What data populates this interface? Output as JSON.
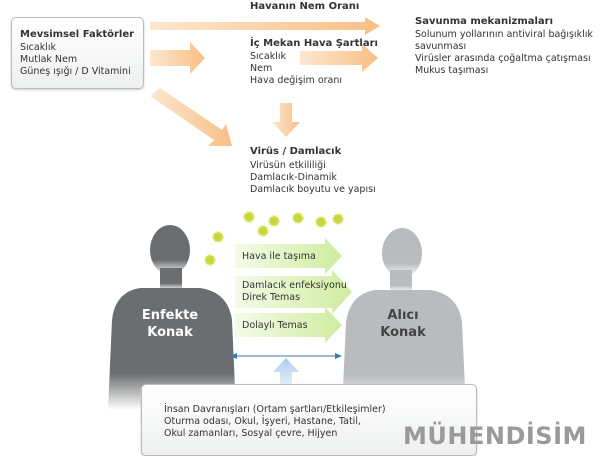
{
  "top_label": "Havanın Nem Oranı",
  "seasonal": {
    "title": "Mevsimsel Faktörler",
    "items": [
      "Sıcaklık",
      "Mutlak Nem",
      "Güneş ışığı / D Vitamini"
    ]
  },
  "indoor": {
    "title": "İç Mekan Hava Şartları",
    "items": [
      "Sıcaklık",
      "Nem",
      "Hava değişim oranı"
    ]
  },
  "defense": {
    "title": "Savunma mekanizmaları",
    "items": [
      "Solunum yollarının antiviral bağışıklık",
      "savunması",
      "Virüsler arasında çoğaltma çatışması",
      "Mukus taşıması"
    ]
  },
  "virus": {
    "title": "Virüs / Damlacık",
    "items": [
      "Virüsün etkililiği",
      "Damlacık-Dinamik",
      "Damlacık boyutu ve yapısı"
    ]
  },
  "transmission": [
    "Hava ile taşıma",
    "Damlacık enfeksiyonu",
    "Direk Temas",
    "Dolaylı Temas"
  ],
  "infected_host": [
    "Enfekte",
    "Konak"
  ],
  "recipient_host": [
    "Alıcı",
    "Konak"
  ],
  "behavior": {
    "items": [
      "İnsan Davranışları (Ortam şartları/Etkileşimler)",
      "Oturma odası, Okul, İşyeri, Hastane, Tatil,",
      "Okul zamanları, Sosyal çevre, Hijyen"
    ]
  },
  "watermark": "MÜHENDİSİM",
  "colors": {
    "orange_arrow": "#f9c48e",
    "green_arrow": "#d9f0b0",
    "infected": "#6b6e70",
    "recipient": "#b9bcbe",
    "blue_arrow": "#3a78b5"
  }
}
